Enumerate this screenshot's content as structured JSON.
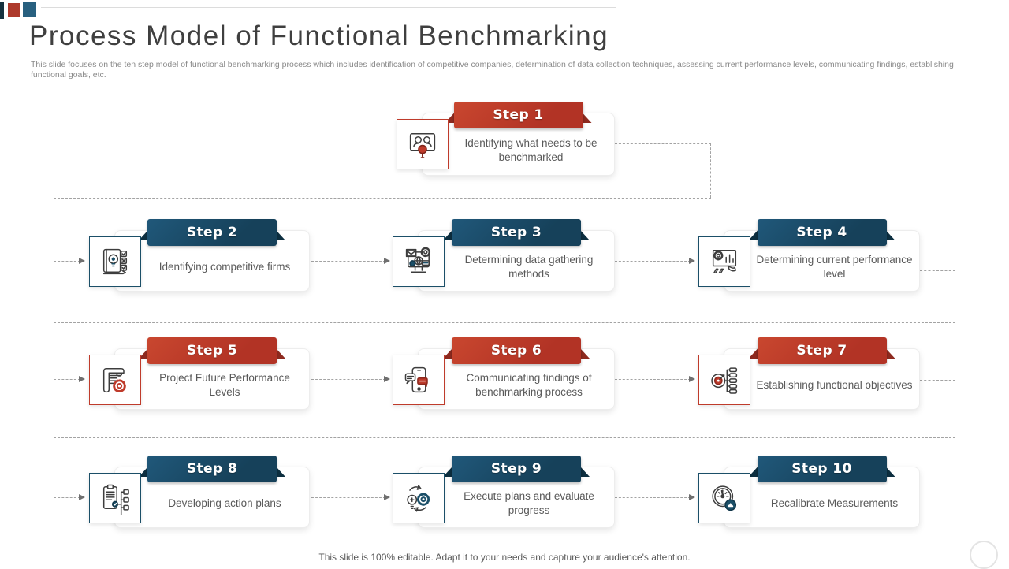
{
  "slide": {
    "title": "Process Model of Functional Benchmarking",
    "subtitle": "This slide focuses on the ten step model  of functional benchmarking process which includes identification of competitive companies,  determination  of data collection techniques, assessing current performance levels, communicating findings, establishing functional goals, etc.",
    "footer": "This slide is 100% editable. Adapt it to your needs and capture your audience's attention."
  },
  "colors": {
    "red_banner": "#bf3b2b",
    "red_fold": "#8e2a1f",
    "blue_banner": "#1b4f68",
    "blue_fold": "#0d2f40",
    "text_dark": "#3f3f3f",
    "text_body": "#595959",
    "text_muted": "#8a8a8a",
    "connector": "#a3a3a3"
  },
  "steps": [
    {
      "label": "Step 1",
      "description": "Identifying  what  needs  to be benchmarked",
      "color": "red",
      "icon": "screen-people-magnifier-icon"
    },
    {
      "label": "Step 2",
      "description": "Identifying competitive  firms",
      "color": "blue",
      "icon": "idea-book-checklist-icon"
    },
    {
      "label": "Step 3",
      "description": "Determining  data gathering  methods",
      "color": "blue",
      "icon": "computer-data-sources-icon"
    },
    {
      "label": "Step 4",
      "description": "Determining  current performance  level",
      "color": "blue",
      "icon": "performance-chart-gear-icon"
    },
    {
      "label": "Step 5",
      "description": "Project  Future Performance  Levels",
      "color": "red",
      "icon": "document-gear-icon"
    },
    {
      "label": "Step 6",
      "description": "Communicating  findings  of benchmarking  process",
      "color": "red",
      "icon": "phone-chat-icon"
    },
    {
      "label": "Step 7",
      "description": "Establishing functional objectives",
      "color": "red",
      "icon": "target-objectives-icon"
    },
    {
      "label": "Step 8",
      "description": "Developing  action plans",
      "color": "blue",
      "icon": "clipboard-action-plan-icon"
    },
    {
      "label": "Step 9",
      "description": "Execute plans and  evaluate  progress",
      "color": "blue",
      "icon": "idea-gear-cycle-icon"
    },
    {
      "label": "Step 10",
      "description": "Recalibrate  Measurements",
      "color": "blue",
      "icon": "gauge-recalibrate-icon"
    }
  ]
}
